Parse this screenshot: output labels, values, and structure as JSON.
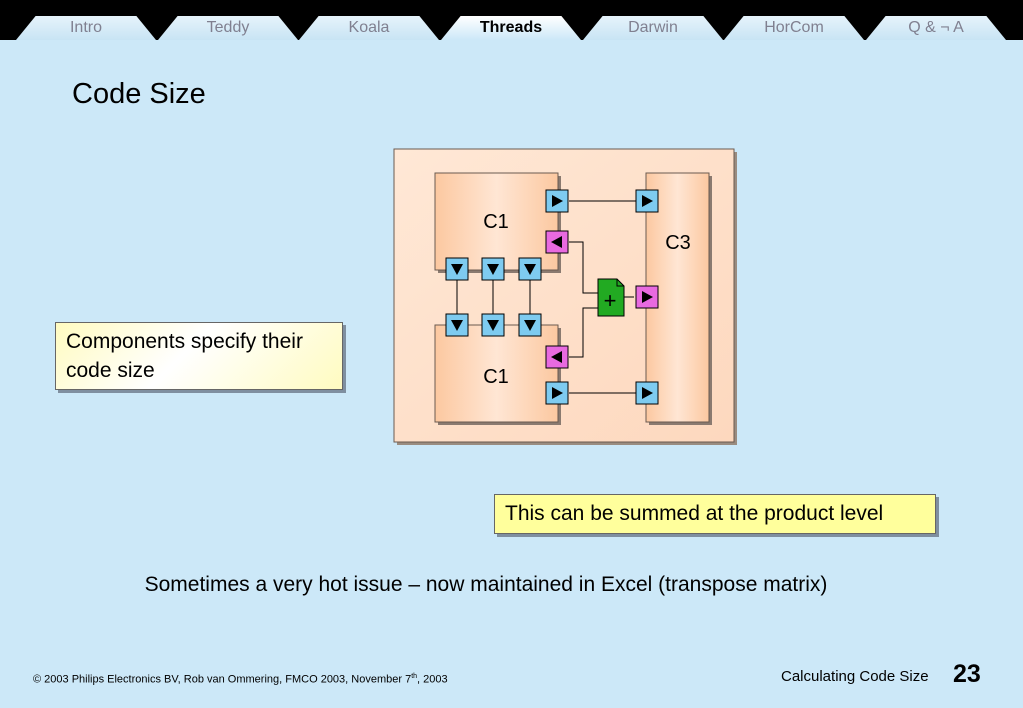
{
  "tabs": [
    {
      "label": "Intro",
      "active": false
    },
    {
      "label": "Teddy",
      "active": false
    },
    {
      "label": "Koala",
      "active": false
    },
    {
      "label": "Threads",
      "active": true
    },
    {
      "label": "Darwin",
      "active": false
    },
    {
      "label": "HorCom",
      "active": false
    },
    {
      "label": "Q & ¬ A",
      "active": false
    }
  ],
  "slide": {
    "title": "Code Size",
    "callout_left": "Components specify their code size",
    "callout_right": "This can be summed at the product level",
    "note": "Sometimes a very hot issue – now maintained in Excel (transpose matrix)"
  },
  "diagram": {
    "components": [
      "C1",
      "C3",
      "C1"
    ],
    "sum_symbol": "+"
  },
  "footer": {
    "copyright_pre": "© 2003 Philips Electronics BV, Rob van Ommering, FMCO 2003, November 7",
    "copyright_sup": "th",
    "copyright_post": ", 2003",
    "title": "Calculating Code Size",
    "page": "23"
  },
  "colors": {
    "background": "#cce8f8",
    "tab_bar": "#000000",
    "component_fill": "#fcd4b4",
    "provided_interface": "#7ecbf0",
    "required_interface": "#e86ae0",
    "sum_module": "#22aa22",
    "callout_fill": "#ffff9c"
  }
}
